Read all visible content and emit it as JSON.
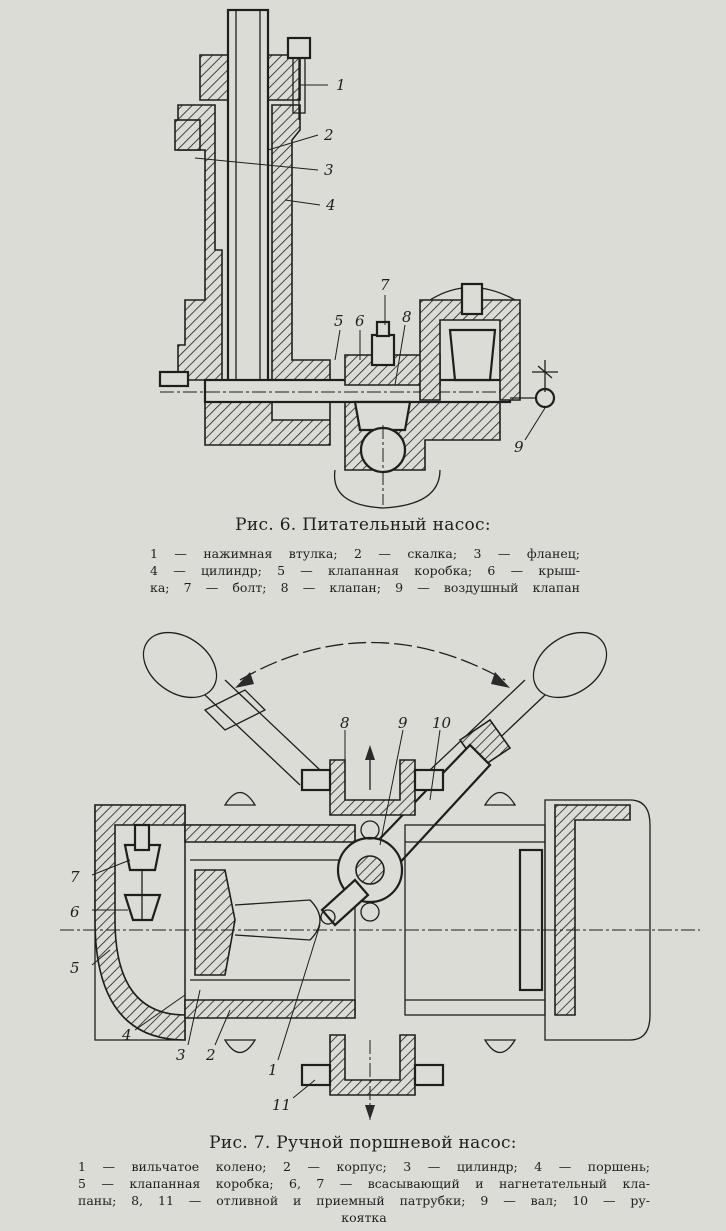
{
  "figure6": {
    "title": "Рис. 6. Питательный насос:",
    "labels": [
      "1",
      "2",
      "3",
      "4",
      "5",
      "6",
      "7",
      "8",
      "9"
    ],
    "legend_lines": [
      "1 — нажимная втулка; 2 — скалка; 3 — фланец;",
      "4 — цилиндр; 5 — клапанная коробка; 6 — крыш-",
      "ка; 7 — болт; 8 — клапан; 9 — воздушный клапан"
    ]
  },
  "figure7": {
    "title": "Рис. 7. Ручной поршневой насос:",
    "labels": [
      "1",
      "2",
      "3",
      "4",
      "5",
      "6",
      "7",
      "8",
      "9",
      "10",
      "11"
    ],
    "legend_lines": [
      "1 — вильчатое колено; 2 — корпус; 3 — цилиндр; 4 — поршень;",
      "5 — клапанная коробка; 6, 7 — всасывающий и нагнетательный кла-",
      "паны; 8, 11 — отливной и приемный патрубки; 9 — вал; 10 — ру-",
      "коятка"
    ]
  }
}
